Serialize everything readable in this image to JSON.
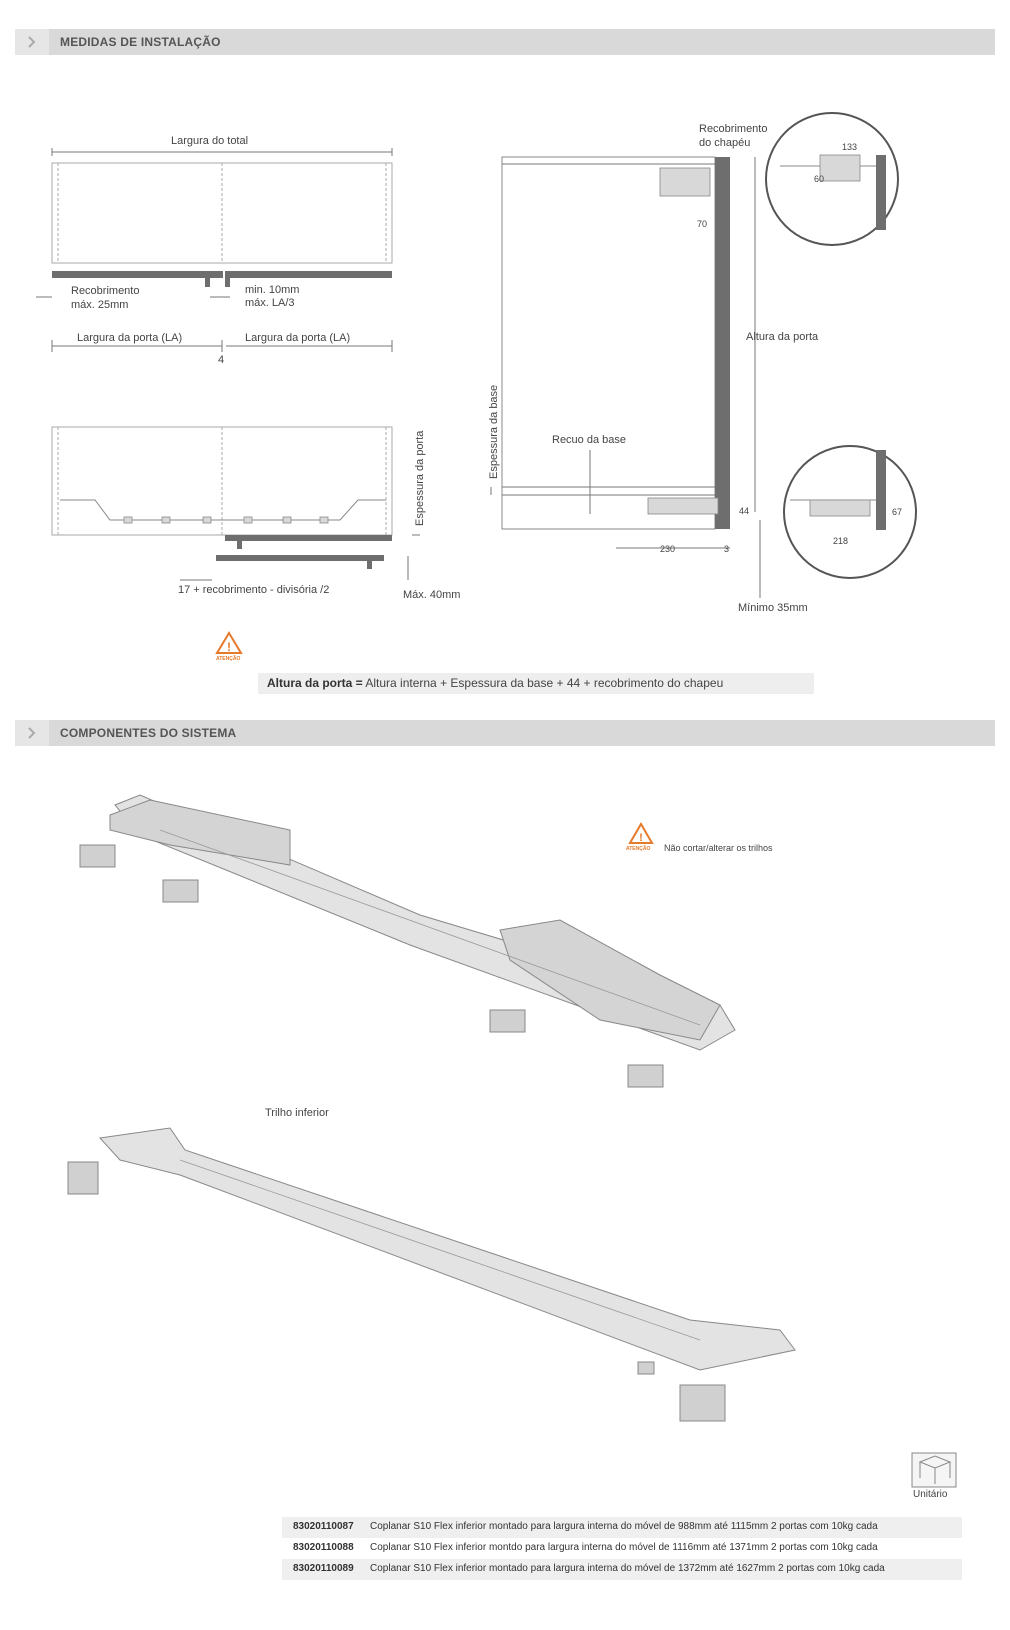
{
  "sections": {
    "install_title": "MEDIDAS DE INSTALAÇÃO",
    "components_title": "COMPONENTES DO SISTEMA"
  },
  "diagram": {
    "largura_total": "Largura do total",
    "recobrimento": "Recobrimento\nmáx. 25mm",
    "recobrimento_l1": "Recobrimento",
    "recobrimento_l2": "máx. 25mm",
    "min_l1": "min. 10mm",
    "min_l2": "máx. LA/3",
    "largura_porta_left": "Largura da porta (LA)",
    "largura_porta_right": "Largura da porta (LA)",
    "four": "4",
    "espessura_porta": "Espessura da porta",
    "recobrimento_divisoria": "17 + recobrimento - divisória /2",
    "max_40": "Máx. 40mm",
    "recobrimento_chapeu_l1": "Recobrimento",
    "recobrimento_chapeu_l2": "do chapéu",
    "altura_porta": "Altura da porta",
    "espessura_base": "Espessura da base",
    "recuo_base": "Recuo da base",
    "minimo_35": "Mínimo 35mm",
    "dim_133": "133",
    "dim_60": "60",
    "dim_70": "70",
    "dim_44": "44",
    "dim_230": "230",
    "dim_3": "3",
    "dim_67": "67",
    "dim_218": "218"
  },
  "warning": {
    "icon_label": "ATENÇÃO",
    "note": "Não cortar/alterar os trilhos"
  },
  "formula": {
    "bold": "Altura da porta =",
    "rest": " Altura interna + Espessura da base + 44 + recobrimento do chapeu"
  },
  "components": {
    "trilho_inferior": "Trilho inferior",
    "unitario": "Unitário"
  },
  "products": [
    {
      "code": "83020110087",
      "description": "Coplanar S10 Flex inferior montado para largura interna do móvel de 988mm até 1115mm 2 portas com 10kg cada"
    },
    {
      "code": "83020110088",
      "description": "Coplanar S10 Flex inferior montdo para largura interna do móvel de 1116mm até 1371mm 2 portas com 10kg cada"
    },
    {
      "code": "83020110089",
      "description": "Coplanar S10 Flex inferior montado para largura interna do móvel de 1372mm até 1627mm 2 portas com 10kg cada"
    }
  ],
  "colors": {
    "bar": "#d9d9d9",
    "warning": "#e57a2a",
    "line": "#666666"
  }
}
